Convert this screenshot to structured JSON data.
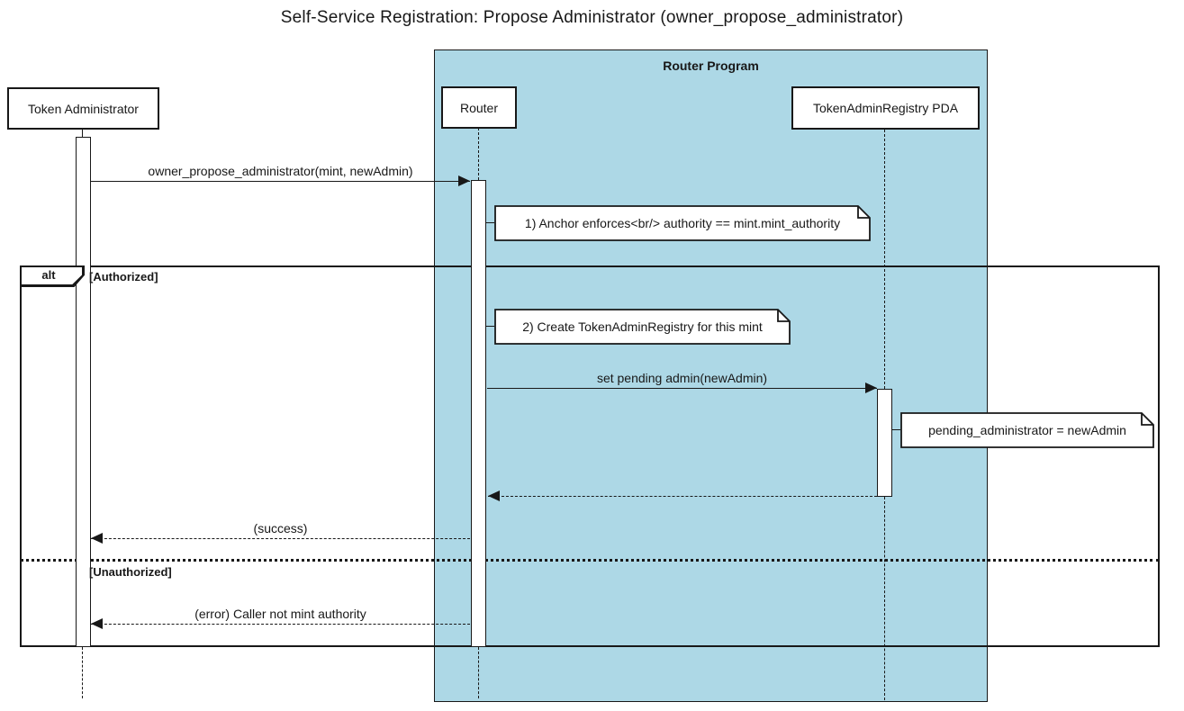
{
  "title": "Self-Service Registration: Propose Administrator (owner_propose_administrator)",
  "container": {
    "label": "Router Program"
  },
  "participants": [
    {
      "label": "Token Administrator"
    },
    {
      "label": "Router"
    },
    {
      "label": "TokenAdminRegistry PDA"
    }
  ],
  "alt": {
    "operator": "alt",
    "guards": [
      "[Authorized]",
      "[Unauthorized]"
    ]
  },
  "messages": {
    "propose": "owner_propose_administrator(mint, newAdmin)",
    "set_pending": "set pending admin(newAdmin)",
    "success": "(success)",
    "error": "(error) Caller not mint authority"
  },
  "notes": {
    "anchor_enforces": "1) Anchor enforces<br/> authority == mint.mint_authority",
    "create_registry": "2) Create TokenAdminRegistry for this mint",
    "pending_admin": "pending_administrator = newAdmin"
  },
  "colors": {
    "container_fill": "#ADD8E6",
    "line": "#181818",
    "note_fill": "#FFFFFF"
  }
}
